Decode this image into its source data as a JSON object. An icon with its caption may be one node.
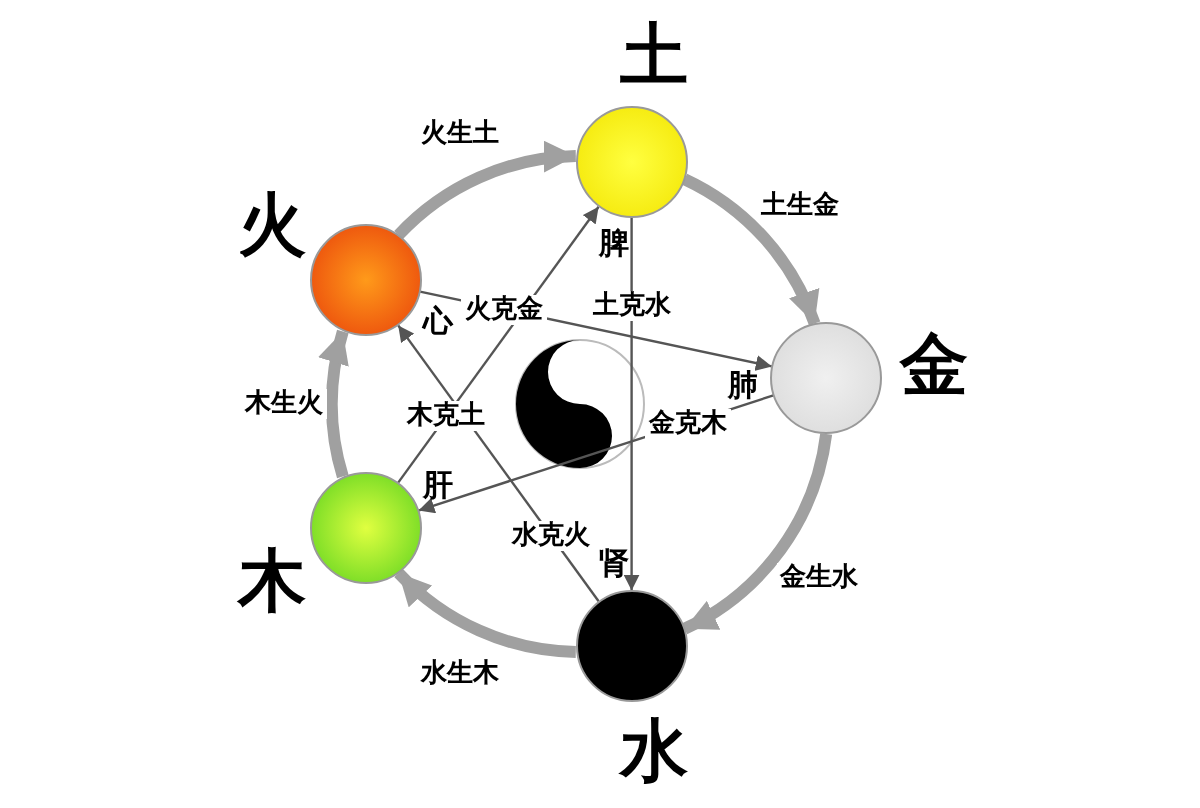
{
  "diagram": {
    "nodes": [
      {
        "text": [
          "火"
        ],
        "beside": [
          "心"
        ]
      },
      {
        "text": [
          "土"
        ],
        "beside": [
          "脾"
        ]
      },
      {
        "text": [
          "金"
        ],
        "beside": [
          "肺"
        ]
      },
      {
        "text": [
          "水"
        ],
        "beside": [
          "肾"
        ]
      },
      {
        "text": [
          "木"
        ],
        "beside": [
          "肝"
        ]
      }
    ],
    "edges": [
      {
        "from": 0,
        "to": 1,
        "arrow": "to",
        "label": "火生土",
        "style": "thick",
        "color": "#a0a0a0"
      },
      {
        "from": 1,
        "to": 2,
        "arrow": "to",
        "label": "土生金",
        "style": "thick",
        "color": "#a0a0a0"
      },
      {
        "from": 2,
        "to": 3,
        "arrow": "to",
        "label": "金生水",
        "style": "thick",
        "color": "#a0a0a0"
      },
      {
        "from": 3,
        "to": 4,
        "arrow": "to",
        "label": "水生木",
        "style": "thick",
        "color": "#a0a0a0"
      },
      {
        "from": 4,
        "to": 0,
        "arrow": "to",
        "label": "木生火",
        "style": "thick",
        "color": "#a0a0a0"
      },
      {
        "from": 0,
        "to": 2,
        "arrow": "to",
        "label": "火克金"
      },
      {
        "from": 1,
        "to": 3,
        "arrow": "to",
        "label": "土克水"
      },
      {
        "from": 2,
        "to": 4,
        "arrow": "to",
        "label": "金克木"
      },
      {
        "from": 3,
        "to": 0,
        "arrow": "to",
        "label": "水克火"
      },
      {
        "from": 4,
        "to": 1,
        "arrow": "to",
        "label": "木克土"
      }
    ]
  }
}
